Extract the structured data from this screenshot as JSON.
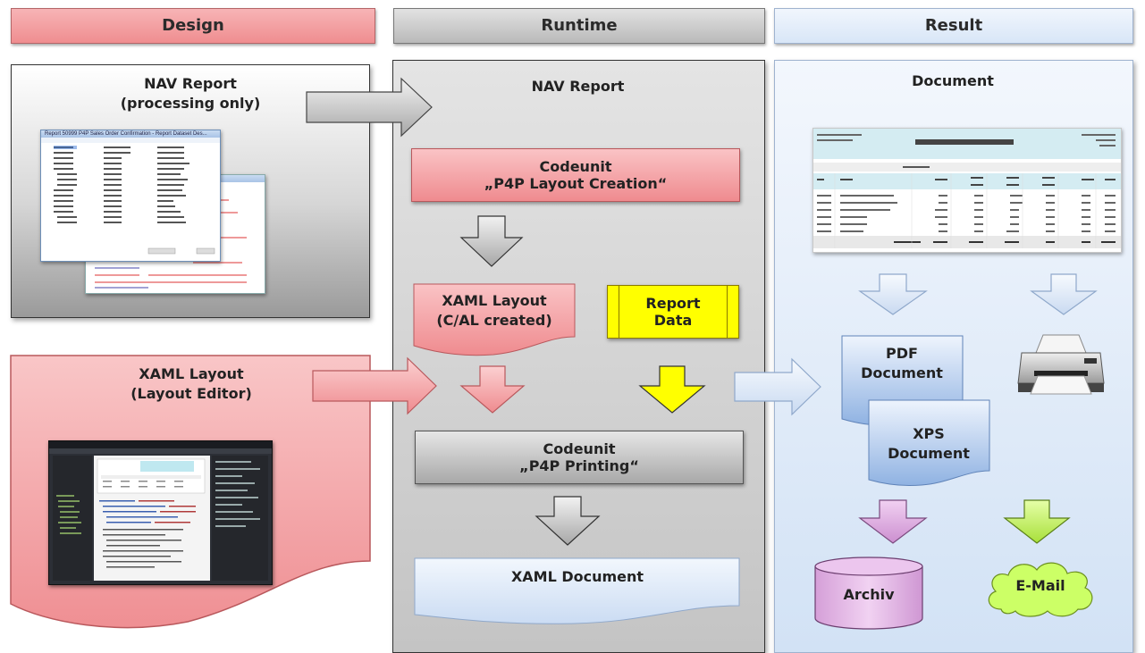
{
  "headers": {
    "design": "Design",
    "runtime": "Runtime",
    "result": "Result"
  },
  "design": {
    "nav_report_title": "NAV Report",
    "nav_report_subtitle": "(processing only)",
    "xaml_layout_title": "XAML Layout",
    "xaml_layout_subtitle": "(Layout Editor)"
  },
  "runtime": {
    "nav_report_label": "NAV Report",
    "codeunit_creation_line1": "Codeunit",
    "codeunit_creation_line2": "„P4P Layout Creation“",
    "xaml_layout_line1": "XAML Layout",
    "xaml_layout_line2": "(C/AL created)",
    "report_data_line1": "Report",
    "report_data_line2": "Data",
    "codeunit_printing_line1": "Codeunit",
    "codeunit_printing_line2": "„P4P Printing“",
    "xaml_document": "XAML Document"
  },
  "result": {
    "document_label": "Document",
    "pdf_line1": "PDF",
    "pdf_line2": "Document",
    "xps_line1": "XPS",
    "xps_line2": "Document",
    "archiv": "Archiv",
    "email": "E-Mail",
    "printer_icon": "printer-icon"
  },
  "colors": {
    "design_pink": "#f4a3a6",
    "runtime_gray": "#c8c8c8",
    "result_blue": "#dce8f7",
    "report_data_yellow": "#ffff00",
    "archiv_purple": "#e3b7e6",
    "email_green": "#ccff66"
  }
}
